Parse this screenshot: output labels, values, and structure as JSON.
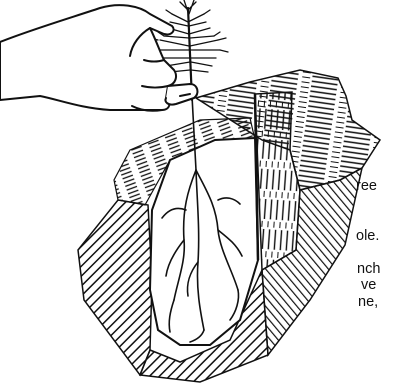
{
  "colors": {
    "ink": "#111111",
    "paper": "#ffffff"
  },
  "text_fragments": {
    "line1": "ree",
    "line2": "ole.",
    "line3": "nch",
    "line4": "ve",
    "line5": "ne,"
  },
  "icons": {
    "hand": "hand-icon",
    "seedling": "pine-seedling-icon",
    "soil": "soil-block-icon"
  }
}
